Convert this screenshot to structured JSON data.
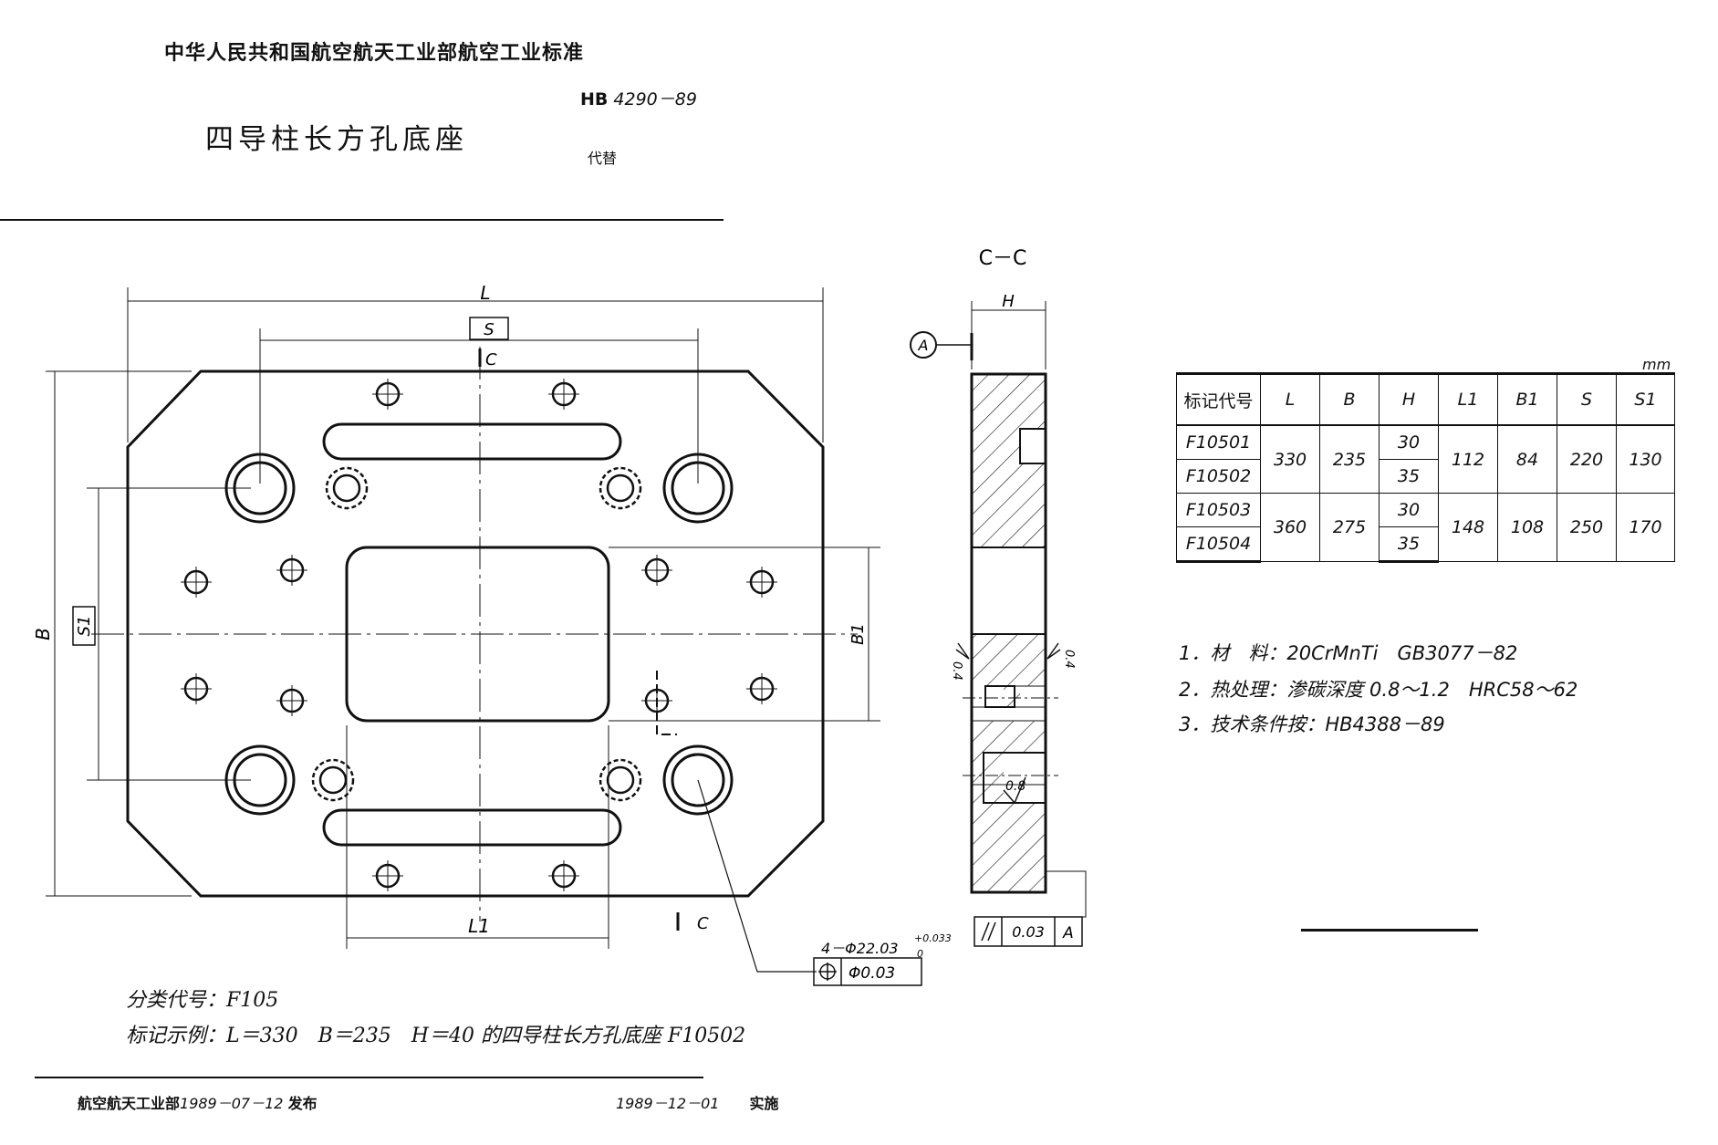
{
  "header": {
    "org": "中华人民共和国航空航天工业部航空工业标准",
    "std_prefix": "HB",
    "std_number": "4290－89",
    "title": "四导柱长方孔底座",
    "replaces": "代替"
  },
  "drawing": {
    "dim_L": "L",
    "dim_S": "S",
    "dim_B": "B",
    "dim_S1": "S1",
    "dim_B1": "B1",
    "dim_L1": "L1",
    "section_mark_top": "C",
    "section_mark_bottom": "C",
    "section_title": "C－C",
    "dim_H": "H",
    "datum_label": "A",
    "rough_04_left": "0.4",
    "rough_04_right": "0.4",
    "rough_08": "0.8",
    "hole_spec": "4－Φ22.03",
    "hole_tol_upper": "+0.033",
    "hole_tol_lower": "0",
    "position_tol": "Φ0.03",
    "parallel_tol": "0.03",
    "parallel_datum": "A"
  },
  "table": {
    "unit": "mm",
    "headers": [
      "标记代号",
      "L",
      "B",
      "H",
      "L1",
      "B1",
      "S",
      "S1"
    ],
    "rows": [
      {
        "code": "F10501",
        "L": "330",
        "B": "235",
        "H": "30",
        "L1": "112",
        "B1": "84",
        "S": "220",
        "S1": "130"
      },
      {
        "code": "F10502",
        "H": "35"
      },
      {
        "code": "F10503",
        "L": "360",
        "B": "275",
        "H": "30",
        "L1": "148",
        "B1": "108",
        "S": "250",
        "S1": "170"
      },
      {
        "code": "F10504",
        "H": "35"
      }
    ]
  },
  "requirements": [
    "1．材　料：20CrMnTi　GB3077－82",
    "2．热处理：渗碳深度 0.8～1.2　HRC58～62",
    "3．技术条件按：HB4388－89"
  ],
  "classification": "分类代号：F105",
  "marking_example": "标记示例：L＝330　B＝235　H＝40 的四导柱长方孔底座 F10502",
  "footer": {
    "issuer": "航空航天工业部",
    "issue_date": "1989－07－12",
    "issue_word": "发布",
    "effective_date": "1989－12－01",
    "effective_word": "实施"
  }
}
